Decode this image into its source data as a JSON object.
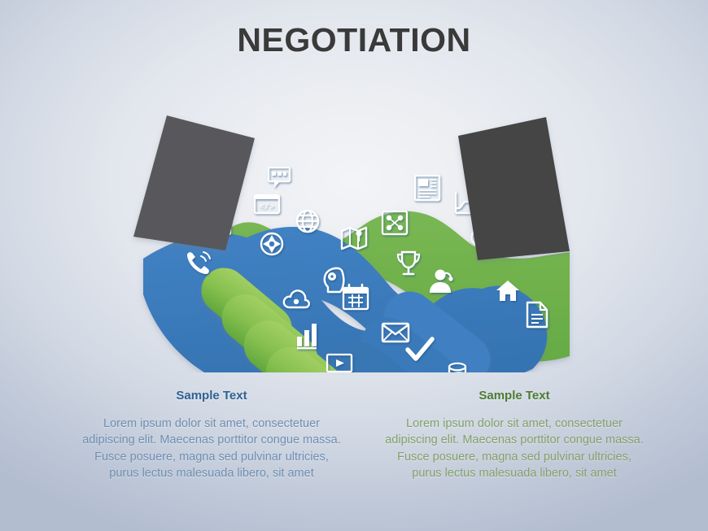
{
  "slide": {
    "title": "NEGOTIATION",
    "background": {
      "center_color": "#eceef2",
      "edge_color": "#b2bdcf"
    }
  },
  "artwork": {
    "name": "handshake-infographic",
    "colors": {
      "sleeve_gray": "#58595b",
      "hand_blue": "#3c7cbe",
      "hand_blue_dark": "#3272b0",
      "arm_green": "#6cb04a",
      "finger_green_light": "#9ecc5c",
      "finger_green_dark": "#63a93f",
      "icon_white": "#ffffff"
    },
    "icons": [
      "chat-bubble-icon",
      "code-window-icon",
      "presentation-chart-icon",
      "phone-ring-icon",
      "compass-icon",
      "globe-icon",
      "cloud-upload-icon",
      "brain-gear-icon",
      "map-icon",
      "bar-chart-icon",
      "calendar-icon",
      "strategy-board-icon",
      "newspaper-icon",
      "line-chart-icon",
      "trophy-icon",
      "video-presentation-icon",
      "envelope-icon",
      "search-icon",
      "support-agent-icon",
      "home-icon",
      "document-icon",
      "checkmark-icon",
      "coins-icon",
      "money-icon",
      "chat-bubbles-icon",
      "stopwatch-icon",
      "gear-icon",
      "palette-icon"
    ]
  },
  "columns": [
    {
      "id": "left",
      "heading": "Sample Text",
      "body": "Lorem ipsum dolor sit amet, consectetuer adipiscing elit. Maecenas porttitor congue massa. Fusce posuere, magna sed pulvinar ultricies, purus lectus malesuada libero, sit amet",
      "heading_color": "#2f6193",
      "body_color": "#6f8fb2"
    },
    {
      "id": "right",
      "heading": "Sample Text",
      "body": "Lorem ipsum dolor sit amet, consectetuer adipiscing elit. Maecenas porttitor congue massa. Fusce posuere, magna sed pulvinar ultricies, purus lectus malesuada libero, sit amet",
      "heading_color": "#4d7a33",
      "body_color": "#84a06b"
    }
  ]
}
